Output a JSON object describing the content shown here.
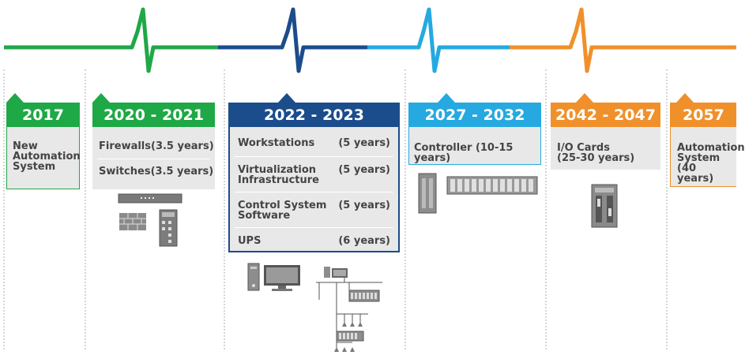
{
  "colors": {
    "green": "#1fa846",
    "navy": "#1b4c8c",
    "light_blue": "#25a9e0",
    "orange": "#f0902a",
    "box_bg": "#e8e8e8",
    "text": "#444444"
  },
  "milestones": [
    {
      "year": "2017",
      "color": "green",
      "text": "New\nAutomation\nSystem"
    },
    {
      "year": "2020 - 2021",
      "color": "green",
      "items": [
        {
          "name": "Firewalls",
          "years": "(3.5 years)"
        },
        {
          "name": "Switches",
          "years": "(3.5 years)"
        }
      ]
    },
    {
      "year": "2022 - 2023",
      "color": "navy",
      "items": [
        {
          "name": "Workstations",
          "years": "(5 years)"
        },
        {
          "name": "Virtualization\nInfrastructure",
          "years": "(5 years)"
        },
        {
          "name": "Control System\nSoftware",
          "years": "(5 years)"
        },
        {
          "name": "UPS",
          "years": "(6 years)"
        }
      ]
    },
    {
      "year": "2027 - 2032",
      "color": "light_blue",
      "text": "Controller (10-15 years)"
    },
    {
      "year": "2042 - 2047",
      "color": "orange",
      "text": "I/O Cards\n(25-30 years)"
    },
    {
      "year": "2057",
      "color": "orange",
      "text": "Automation\nSystem\n(40 years)"
    }
  ],
  "icons": [
    "network-switch-icon",
    "firewall-icon",
    "industrial-switch-icon",
    "workstation-icon",
    "network-diagram-icon",
    "controller-rack-icon",
    "io-card-icon"
  ]
}
